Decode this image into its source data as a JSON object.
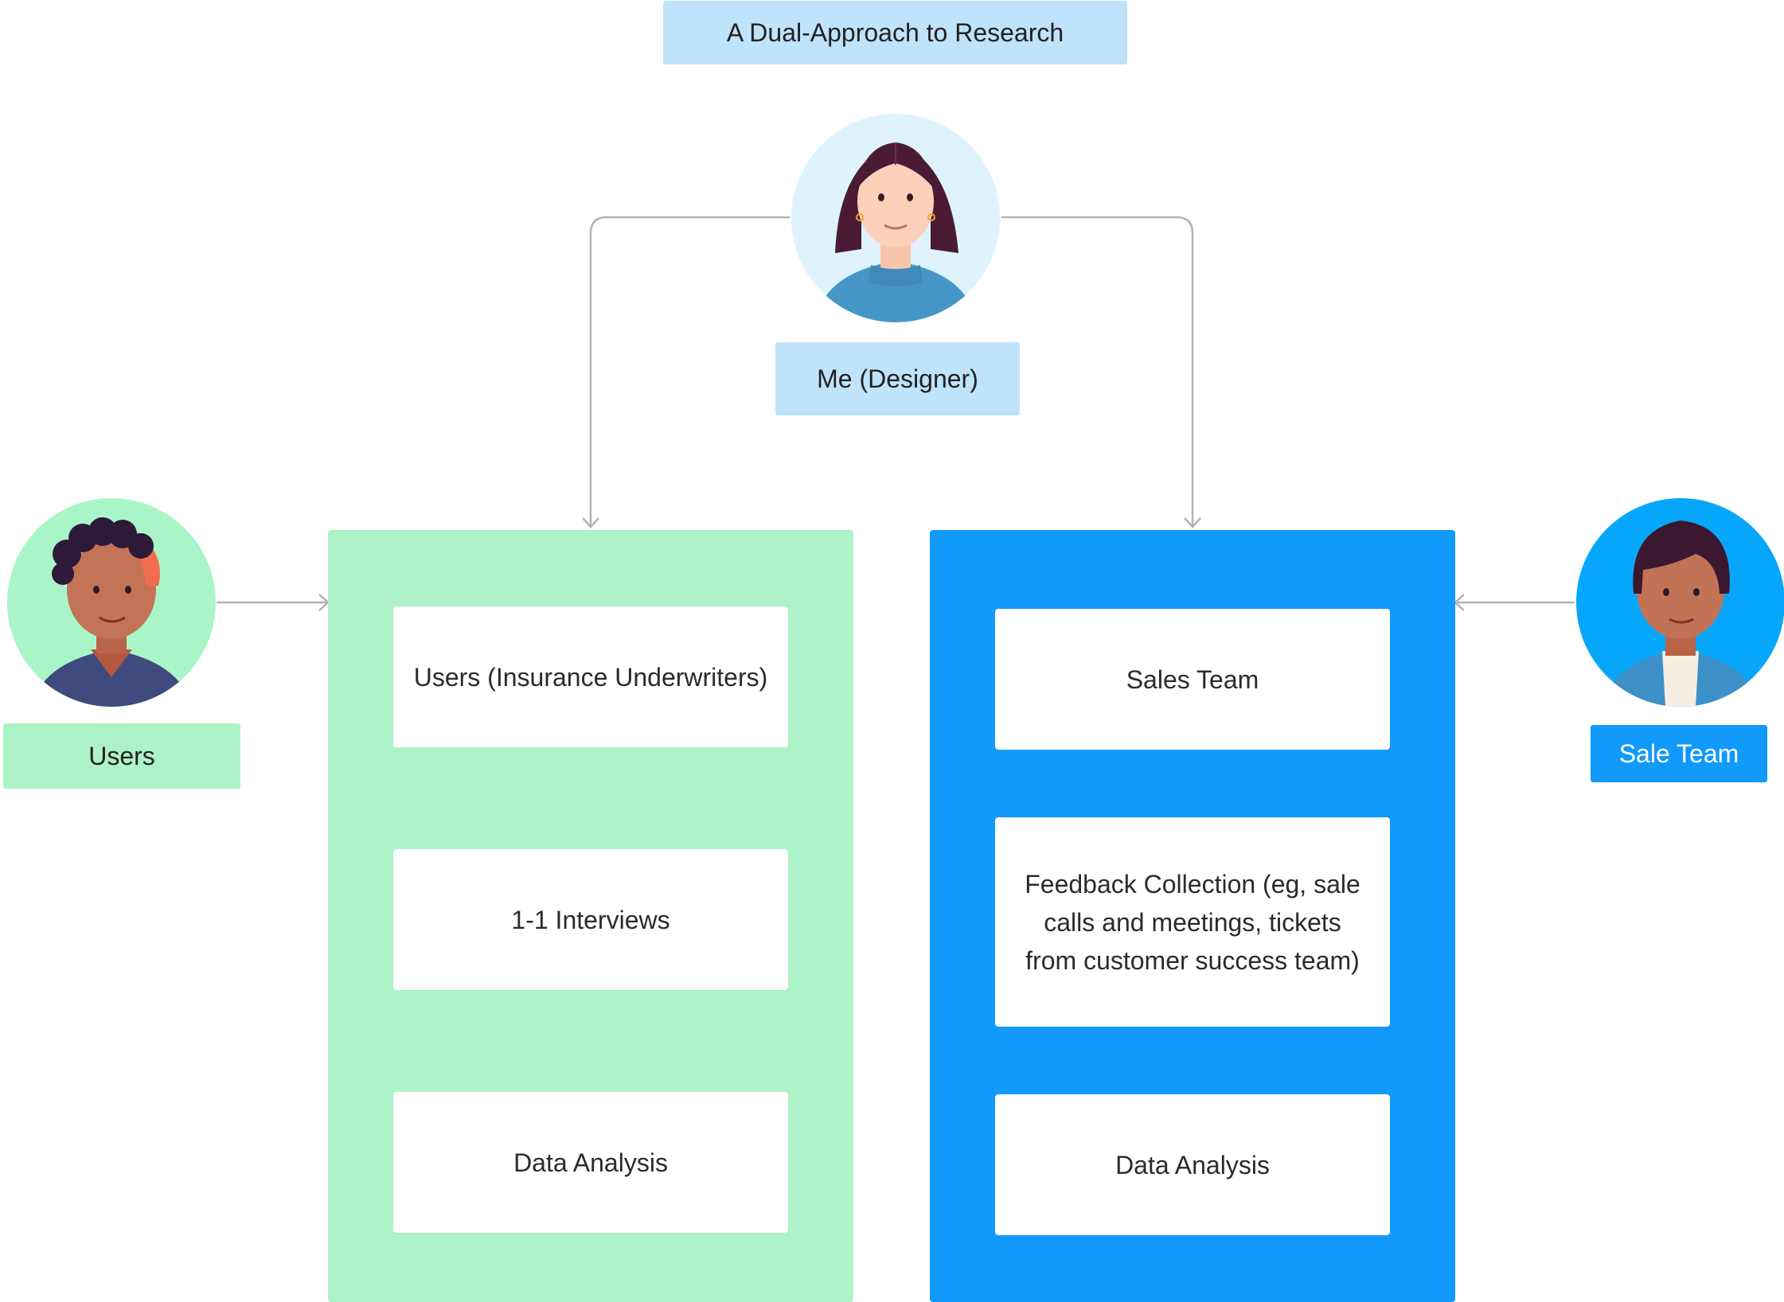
{
  "title": "A Dual-Approach to Research",
  "designer": {
    "label": "Me (Designer)",
    "icon": "woman-designer-avatar-icon"
  },
  "users": {
    "label": "Users",
    "icon": "user-avatar-icon"
  },
  "sales": {
    "label": "Sale Team",
    "icon": "sales-person-avatar-icon"
  },
  "left_flow": {
    "color": "#aef3c7",
    "steps": [
      "Users (Insurance Underwriters)",
      "1-1 Interviews",
      "Data Analysis"
    ]
  },
  "right_flow": {
    "color": "#1199fb",
    "steps": [
      "Sales Team",
      "Feedback Collection (eg, sale calls and meetings, tickets from customer success team)",
      "Data Analysis"
    ]
  },
  "connector_color": "#b3b3b3"
}
